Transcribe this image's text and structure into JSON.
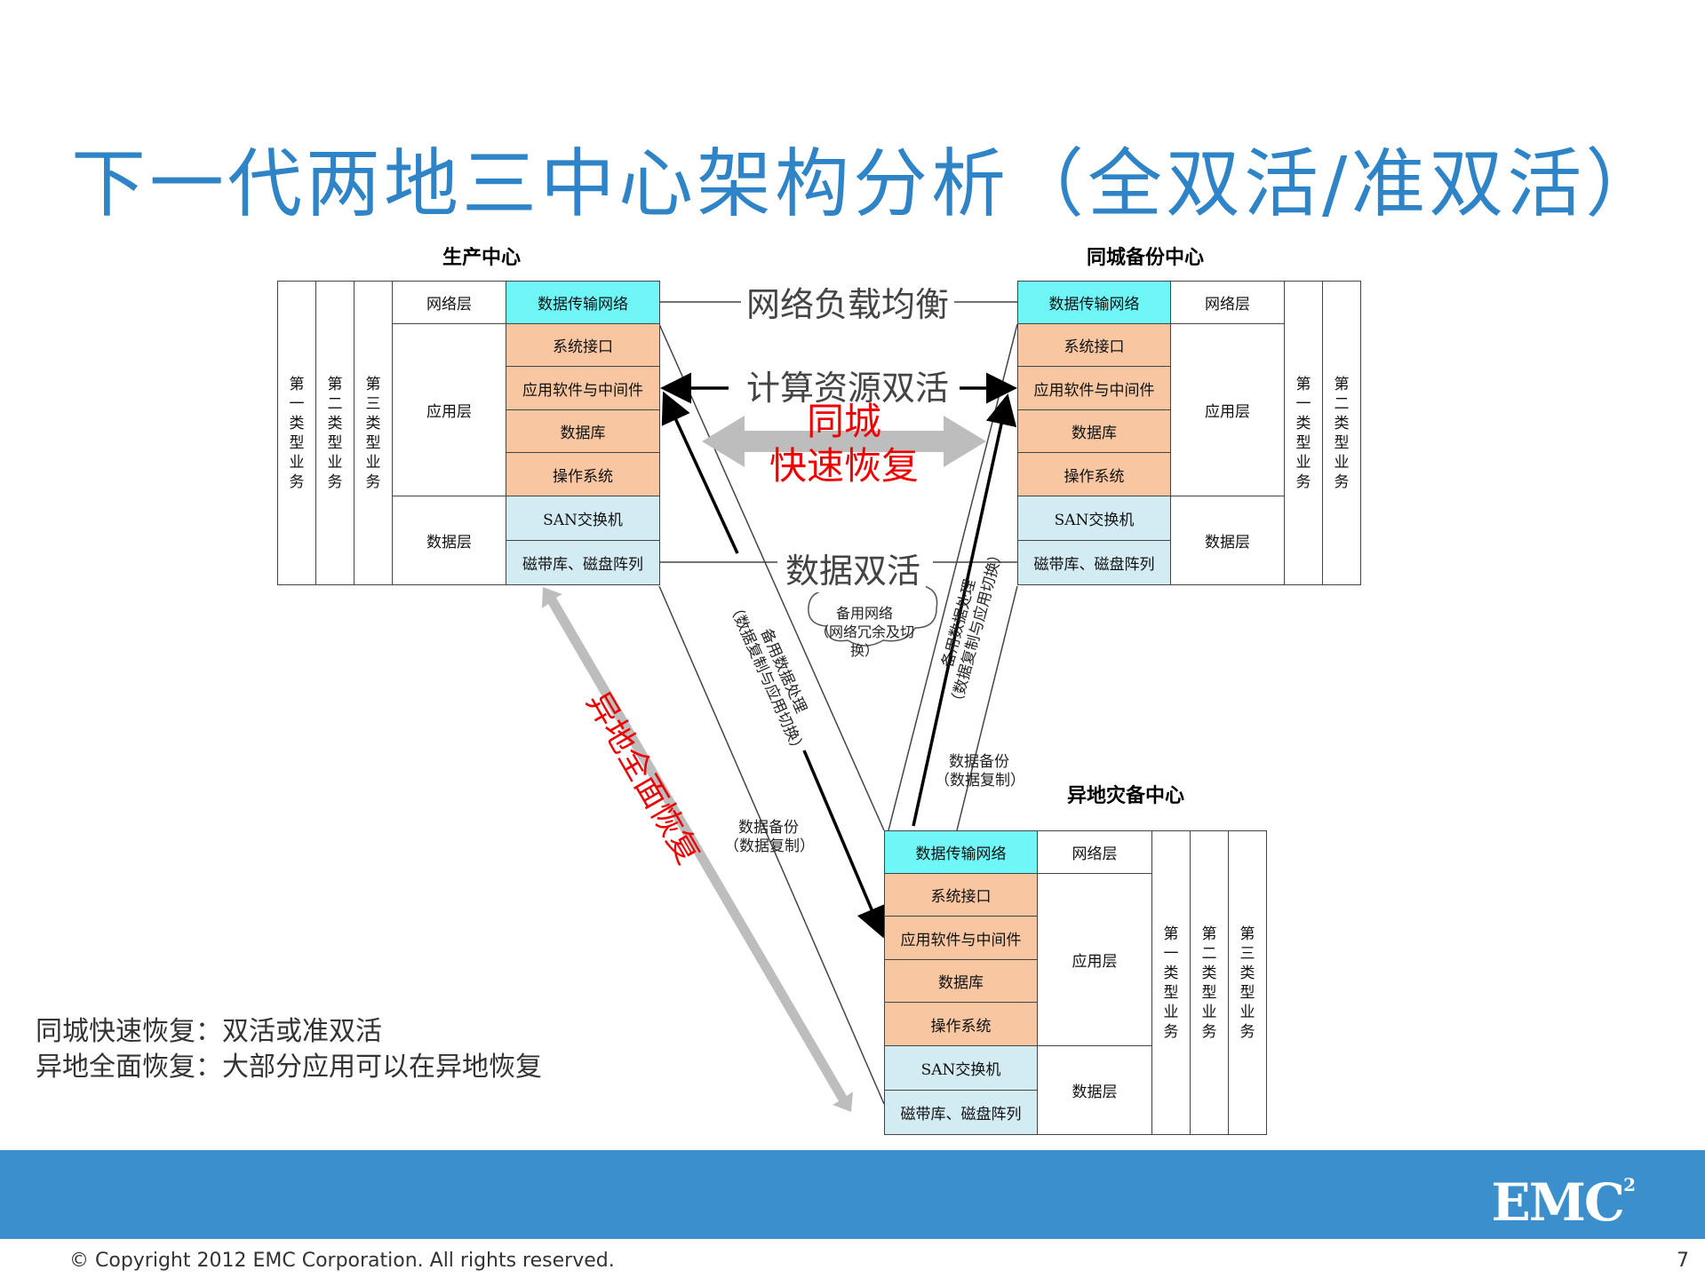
{
  "title": "下一代两地三中心架构分析（全双活/准双活）",
  "sites": {
    "production": "生产中心",
    "local_backup": "同城备份中心",
    "remote_dr": "异地灾备中心"
  },
  "stack": {
    "network_layer": "网络层",
    "app_layer": "应用层",
    "data_layer": "数据层",
    "rows": {
      "net": "数据传输网络",
      "sysif": "系统接口",
      "appsw": "应用软件与中间件",
      "db": "数据库",
      "os": "操作系统",
      "san": "SAN交换机",
      "storage": "磁带库、磁盘阵列"
    }
  },
  "business": {
    "type1": "第\n一\n类\n型\n业\n务",
    "type2": "第\n二\n类\n型\n业\n务",
    "type3": "第\n三\n类\n型\n业\n务"
  },
  "links": {
    "net_lb": "网络负载均衡",
    "compute_active": "计算资源双活",
    "local_fast_recovery_1": "同城",
    "local_fast_recovery_2": "快速恢复",
    "data_active": "数据双活",
    "backup_net": "备用网络\n（网络冗余及切\n换）",
    "backup_proc_left": "备用数据处理\n（数据复制与应用切换）",
    "backup_proc_right": "备用数据处理\n（数据复制与应用切换）",
    "data_backup_right": "数据备份\n（数据复制）",
    "data_backup_left": "数据备份\n（数据复制）",
    "remote_full_recovery": "异地全面恢复"
  },
  "notes": {
    "line1": "同城快速恢复：双活或准双活",
    "line2": "异地全面恢复：大部分应用可以在异地恢复"
  },
  "footer": {
    "logo": "EMC",
    "logo_sup": "2",
    "copyright": "© Copyright 2012 EMC Corporation. All rights reserved.",
    "page": "7"
  },
  "colors": {
    "title": "#2e84c6",
    "network_cell": "#6ff7f7",
    "app_cell": "#f8c7a2",
    "data_cell": "#d3ebf3",
    "footer_bar": "#3b8fcc",
    "red_label": "#ee0000"
  }
}
